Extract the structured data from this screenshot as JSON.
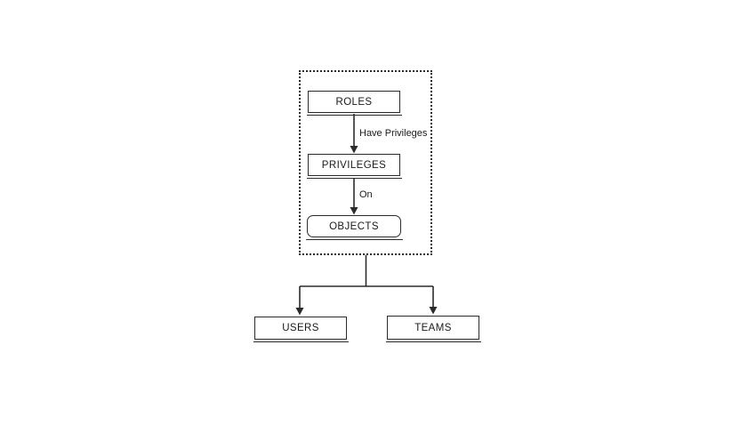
{
  "diagram": {
    "colors": {
      "background": "#ffffff",
      "line": "#2b2b2b",
      "text": "#1a1a1a"
    },
    "nodes": {
      "roles": {
        "label": "ROLES"
      },
      "privileges": {
        "label": "PRIVILEGES"
      },
      "objects": {
        "label": "OBJECTS"
      },
      "users": {
        "label": "USERS"
      },
      "teams": {
        "label": "TEAMS"
      }
    },
    "edges": {
      "roles_to_privileges": {
        "label": "Have Privileges"
      },
      "privileges_to_objects": {
        "label": "On"
      }
    }
  }
}
